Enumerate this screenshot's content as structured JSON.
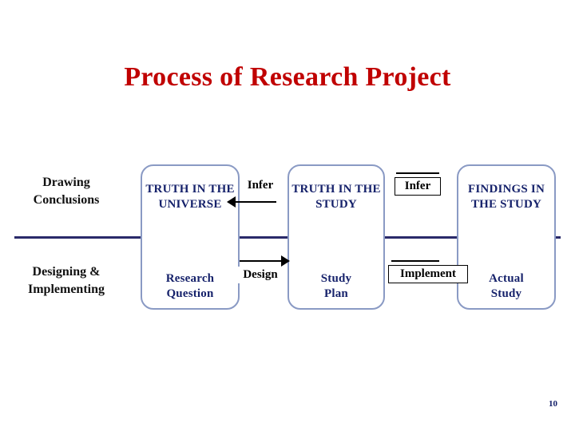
{
  "slide": {
    "title": "Process of Research Project",
    "number": "10",
    "accent_title_color": "#c00000",
    "box_border_color": "#8a9ac4",
    "box_text_color": "#16226b",
    "divider_color": "#2a2a6a"
  },
  "rows": [
    {
      "name": "drawing-conclusions",
      "label": "Drawing\nConclusions"
    },
    {
      "name": "designing-implementing",
      "label": "Designing &\nImplementing"
    }
  ],
  "row_labels": {
    "top_line1": "Drawing",
    "top_line2": "Conclusions",
    "bottom_line1": "Designing &",
    "bottom_line2": "Implementing"
  },
  "stages": {
    "truth_universe_line1": "TRUTH IN THE",
    "truth_universe_line2": "UNIVERSE",
    "research_question_line1": "Research",
    "research_question_line2": "Question",
    "truth_study_line1": "TRUTH IN THE",
    "truth_study_line2": "STUDY",
    "study_plan_line1": "Study",
    "study_plan_line2": "Plan",
    "findings_study_line1": "FINDINGS IN",
    "findings_study_line2": "THE STUDY",
    "actual_study_line1": "Actual",
    "actual_study_line2": "Study"
  },
  "connectors": {
    "infer_left": "Infer",
    "infer_right": "Infer",
    "design": "Design",
    "implement": "Implement"
  }
}
